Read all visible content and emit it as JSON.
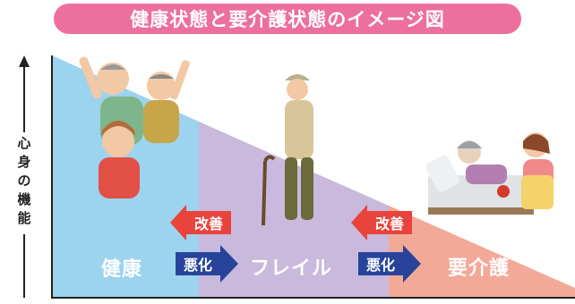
{
  "title": "健康状態と要介護状態のイメージ図",
  "y_axis_label": "心身の機能",
  "stages": {
    "healthy": "健康",
    "frail": "フレイル",
    "care": "要介護"
  },
  "arrows": {
    "improve_1": "改善",
    "improve_2": "改善",
    "worsen_1": "悪化",
    "worsen_2": "悪化"
  },
  "colors": {
    "title_bg": "#ec6f9e",
    "healthy_zone": "#9cd3ef",
    "frail_zone": "#c9b9dc",
    "care_zone": "#f3a998",
    "improve_arrow": "#e8433d",
    "worsen_arrow": "#27449a"
  },
  "illustrations": [
    "elderly-group-cheering",
    "elderly-man-with-cane",
    "caregiver-feeding-patient-in-bed"
  ]
}
